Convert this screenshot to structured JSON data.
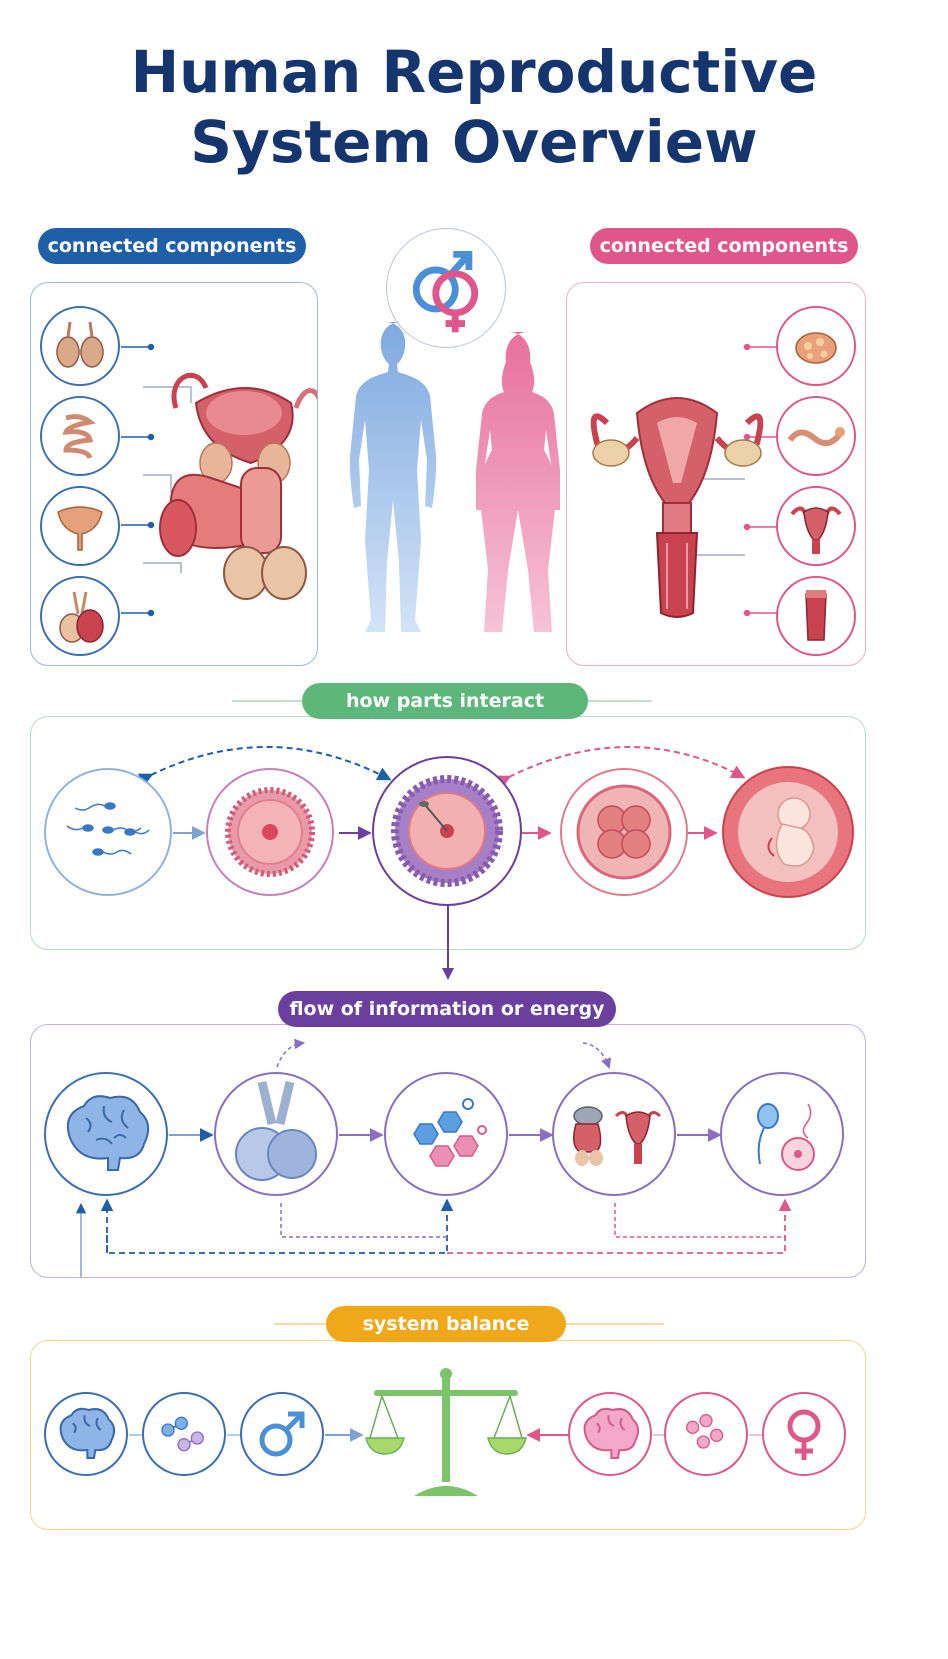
{
  "title": {
    "line1": "Human Reproductive",
    "line2": "System Overview"
  },
  "sections": {
    "male_components_label": "connected components",
    "female_components_label": "connected components",
    "interaction_label": "how parts interact",
    "flow_label": "flow of information or energy",
    "balance_label": "system balance"
  },
  "colors": {
    "title": "#15356e",
    "male": "#1f5fa8",
    "female": "#e0568a",
    "interaction": "#5db77b",
    "flow": "#6a3f9e",
    "balance": "#f0a81b",
    "tissue": "#c9424f"
  },
  "icons": {
    "gender_symbol": "mars-venus-icon",
    "male_symbol": "mars-icon",
    "female_symbol": "venus-icon",
    "balance": "scales-icon",
    "brain": "brain-icon",
    "hormone": "hormone-molecule-icon"
  }
}
